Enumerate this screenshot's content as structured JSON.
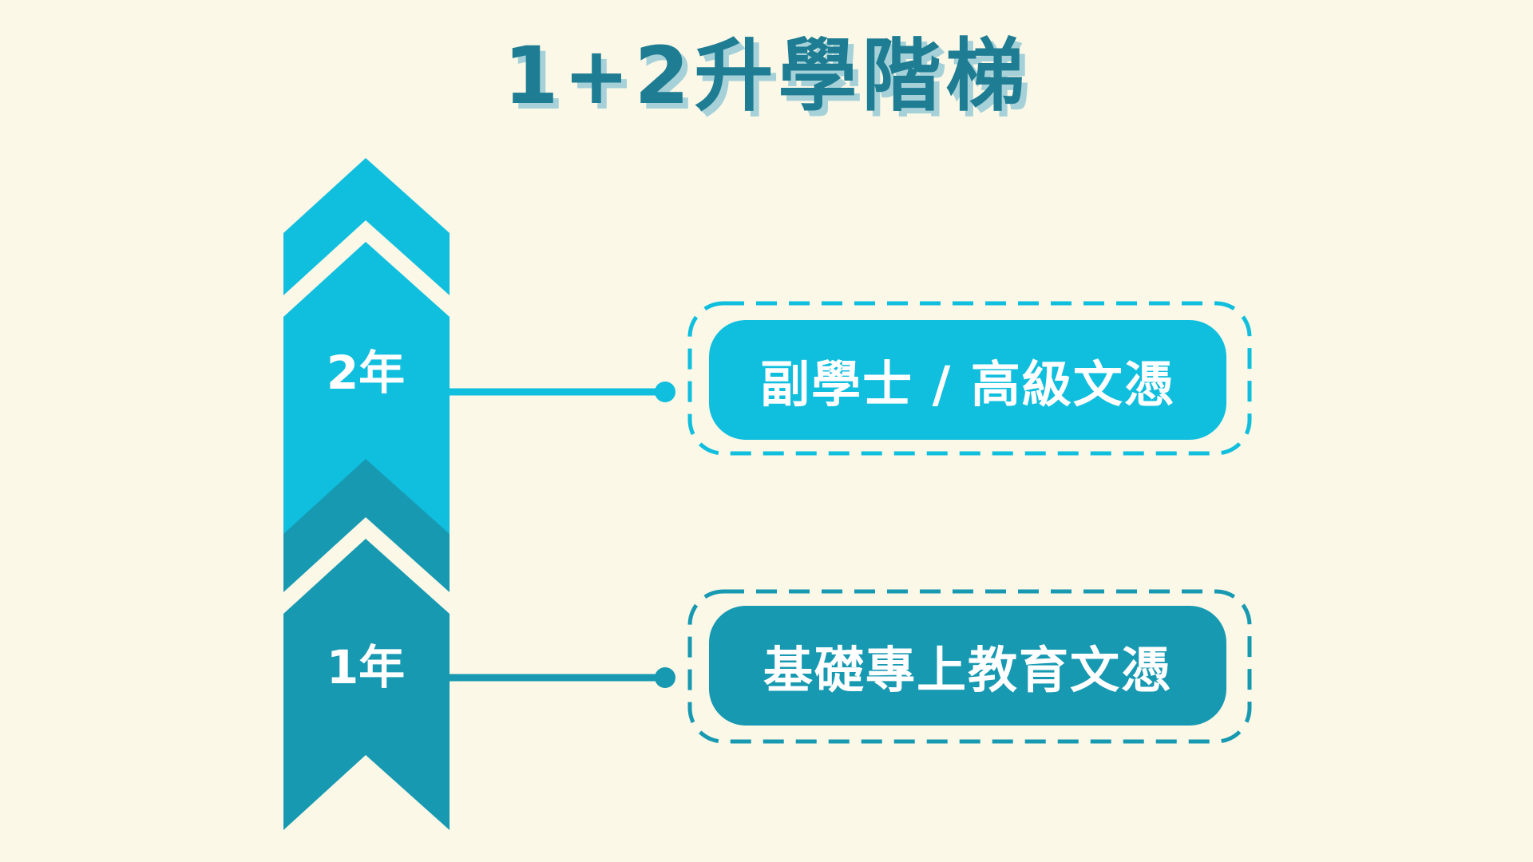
{
  "title": "1+2升學階梯",
  "colors": {
    "background": "#FBF8E7",
    "light_blue": "#10BEDE",
    "dark_teal": "#1799B2",
    "title_text": "#1E7D93",
    "title_shadow": "#A6D1D8",
    "label_text": "#FFFFFF"
  },
  "ladder": {
    "direction": "up",
    "steps": [
      {
        "duration": "2年",
        "qualification": "副學士 / 高級文憑",
        "color": "#10BEDE"
      },
      {
        "duration": "1年",
        "qualification": "基礎專上教育文憑",
        "color": "#1799B2"
      }
    ]
  }
}
